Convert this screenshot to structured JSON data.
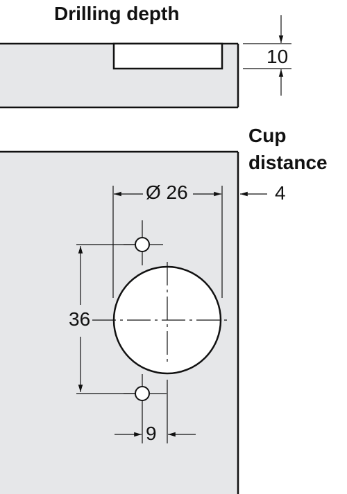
{
  "title": "Drilling depth",
  "drilling_depth_value": "10",
  "cup_distance_label": "Cup\ndistance",
  "cup_distance_value": "4",
  "cup_diameter_label": "Ø 26",
  "hole_spacing_value": "36",
  "hole_offset_value": "9",
  "colors": {
    "panel_fill": "#e6e7e9",
    "line": "#111111",
    "hole_fill": "#ffffff"
  }
}
